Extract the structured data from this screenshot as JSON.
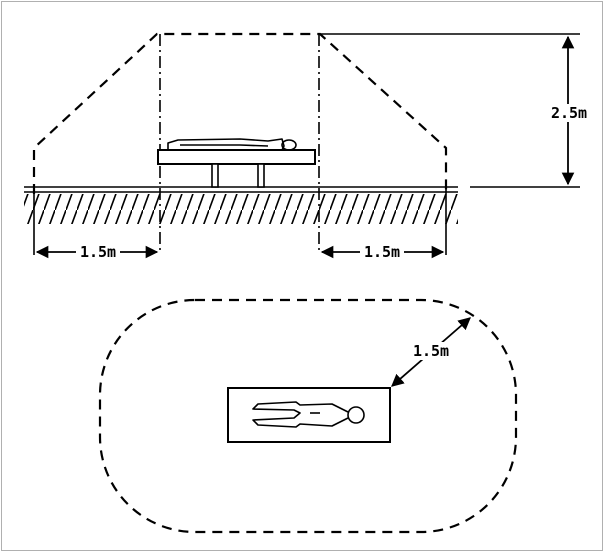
{
  "side_view": {
    "height_label": "2.5m",
    "left_distance_label": "1.5m",
    "right_distance_label": "1.5m"
  },
  "top_view": {
    "clearance_label": "1.5m"
  },
  "colors": {
    "ink": "#000000",
    "paper": "#ffffff",
    "frame": "#b0b0b0"
  }
}
